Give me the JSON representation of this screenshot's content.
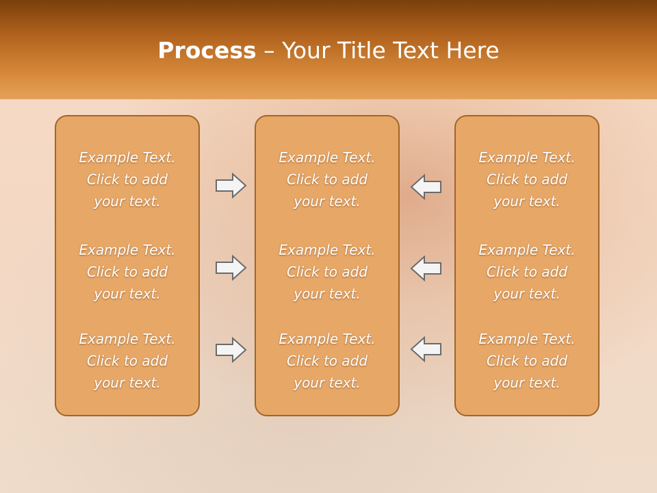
{
  "slide": {
    "title_bold": "Process",
    "title_rest": " – Your Title Text Here"
  },
  "columns": [
    {
      "items": [
        {
          "line1": "Example Text.",
          "line2": "Click  to add",
          "line3": "your text."
        },
        {
          "line1": "Example Text.",
          "line2": "Click  to add",
          "line3": "your text."
        },
        {
          "line1": "Example Text.",
          "line2": "Click  to add",
          "line3": "your text."
        }
      ]
    },
    {
      "items": [
        {
          "line1": "Example Text.",
          "line2": "Click  to add",
          "line3": "your text."
        },
        {
          "line1": "Example Text.",
          "line2": "Click  to add",
          "line3": "your text."
        },
        {
          "line1": "Example Text.",
          "line2": "Click  to add",
          "line3": "your text."
        }
      ]
    },
    {
      "items": [
        {
          "line1": "Example Text.",
          "line2": "Click  to add",
          "line3": "your text."
        },
        {
          "line1": "Example Text.",
          "line2": "Click  to add",
          "line3": "your text."
        },
        {
          "line1": "Example Text.",
          "line2": "Click  to add",
          "line3": "your text."
        }
      ]
    }
  ],
  "arrows": {
    "left_group": "right-arrow-icon",
    "right_group": "left-arrow-icon"
  },
  "colors": {
    "header_dark": "#7a3f0c",
    "header_light": "#e4a15a",
    "box_fill": "#e7a767",
    "box_border": "#a0652a",
    "arrow_fill": "#f4f4f4",
    "arrow_stroke": "#6a6a6a"
  }
}
